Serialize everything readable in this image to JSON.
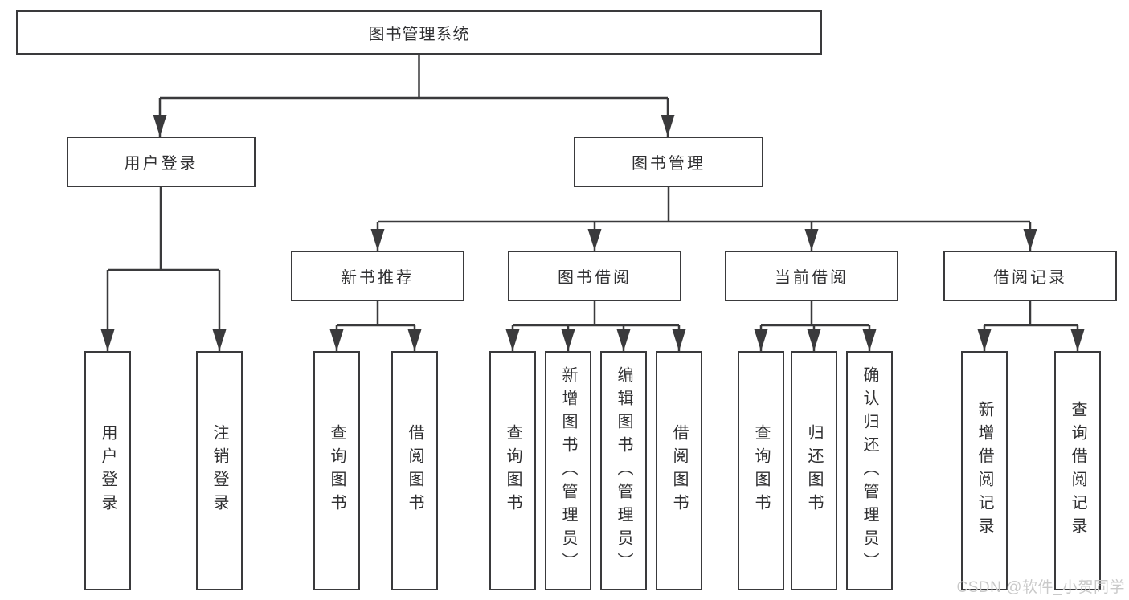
{
  "diagram": {
    "root": "图书管理系统",
    "level2": [
      {
        "id": "user-login",
        "label": "用户登录",
        "children": [
          "用户登录",
          "注销登录"
        ]
      },
      {
        "id": "book-management",
        "label": "图书管理"
      }
    ],
    "level3": [
      {
        "id": "new-book-recommend",
        "label": "新书推荐",
        "children": [
          "查询图书",
          "借阅图书"
        ]
      },
      {
        "id": "book-borrow",
        "label": "图书借阅",
        "children": [
          "查询图书",
          "新增图书（管理员）",
          "编辑图书（管理员）",
          "借阅图书"
        ]
      },
      {
        "id": "current-borrow",
        "label": "当前借阅",
        "children": [
          "查询图书",
          "归还图书",
          "确认归还（管理员）"
        ]
      },
      {
        "id": "borrow-records",
        "label": "借阅记录",
        "children": [
          "新增借阅记录",
          "查询借阅记录"
        ]
      }
    ]
  },
  "watermark": "CSDN @软件_小贺同学",
  "colors": {
    "line": "#3a3a3c",
    "text": "#303032",
    "watermark": "#c9c9c9",
    "background": "#ffffff"
  }
}
